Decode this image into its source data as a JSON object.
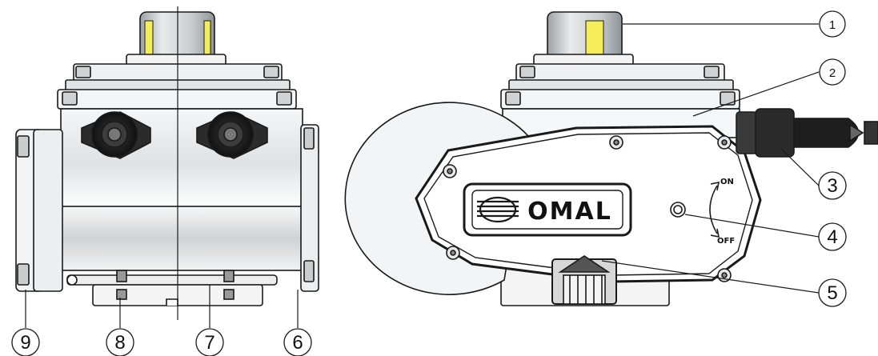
{
  "callouts": {
    "c1": "1",
    "c2": "2",
    "c3": "3",
    "c4": "4",
    "c5": "5",
    "c6": "6",
    "c7": "7",
    "c8": "8",
    "c9": "9"
  },
  "switch": {
    "on": "ON",
    "off": "OFF"
  },
  "brand": {
    "logo_text": "OMAL"
  },
  "colors": {
    "indicator_yellow": "#f5ec5a",
    "body_grey": "#d9dde0",
    "line": "#1a1a1a"
  }
}
